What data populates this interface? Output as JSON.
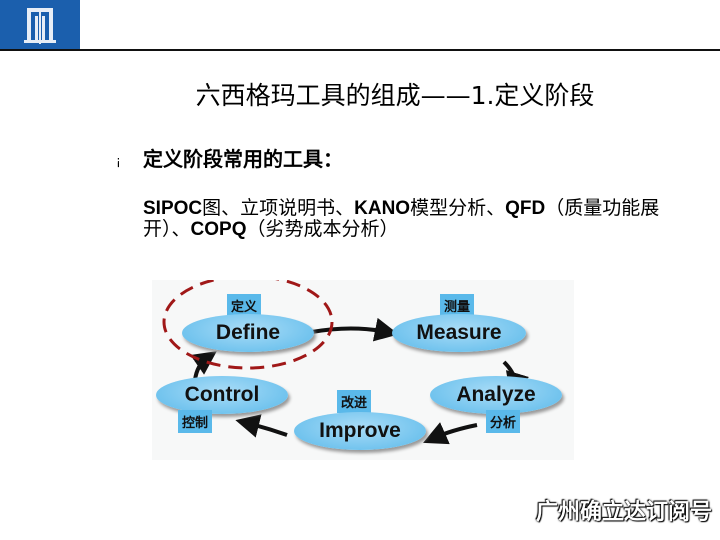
{
  "header": {
    "logo_icon": "building-columns-icon",
    "brand_color": "#1b5fad"
  },
  "title": "六西格玛工具的组成——1.定义阶段",
  "bullet_glyph": "¡",
  "subtitle": "定义阶段常用的工具：",
  "tools": {
    "sipoc": "SIPOC",
    "t1": "图、立项说明书、",
    "kano": "KANO",
    "t2": "模型分析、",
    "qfd": "QFD",
    "t3": "（质量功能展开）、",
    "copq": "COPQ",
    "t4": "（劣势成本分析）"
  },
  "diagram": {
    "phases": [
      {
        "en": "Define",
        "zh": "定义"
      },
      {
        "en": "Measure",
        "zh": "测量"
      },
      {
        "en": "Analyze",
        "zh": "分析"
      },
      {
        "en": "Improve",
        "zh": "改进"
      },
      {
        "en": "Control",
        "zh": "控制"
      }
    ],
    "highlight_color": "#a01818"
  },
  "watermark": "广州确立达订阅号"
}
